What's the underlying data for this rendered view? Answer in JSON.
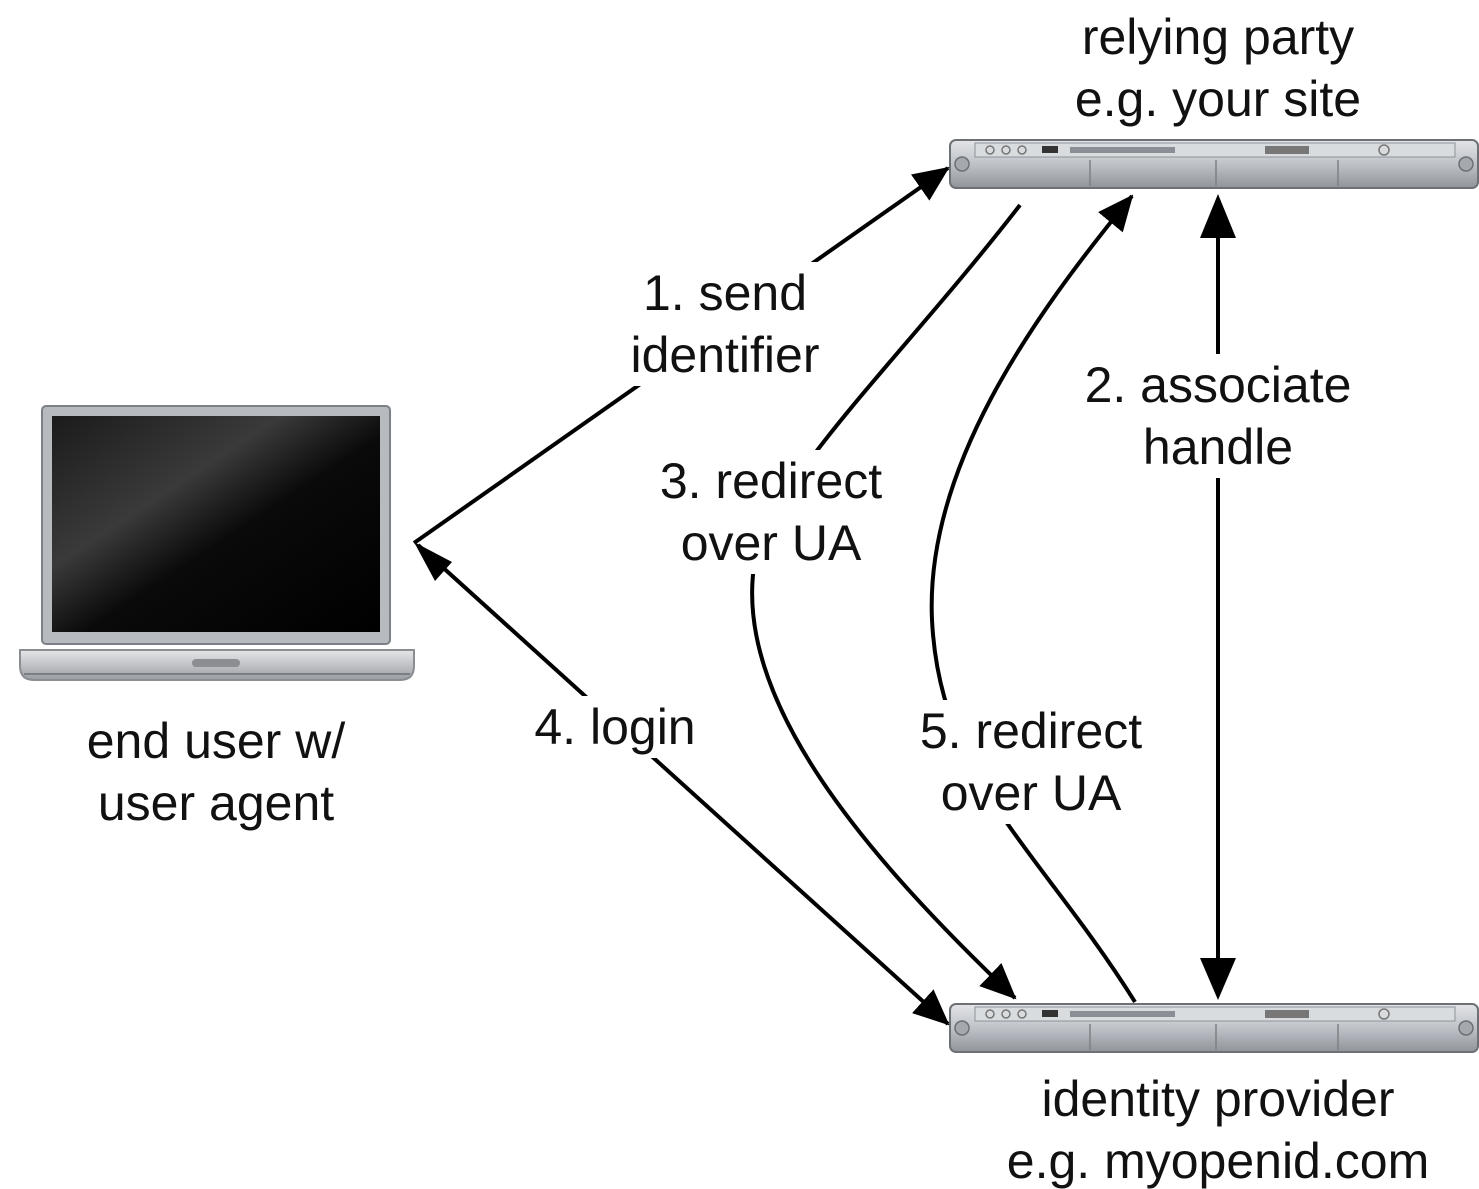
{
  "nodes": {
    "end_user": {
      "icon": "laptop-icon",
      "line1": "end user w/",
      "line2": "user agent"
    },
    "relying_party": {
      "icon": "rack-server-icon",
      "line1": "relying party",
      "line2": "e.g. your site"
    },
    "identity_provider": {
      "icon": "rack-server-icon",
      "line1": "identity provider",
      "line2": "e.g. myopenid.com"
    }
  },
  "steps": [
    {
      "line1": "1. send",
      "line2": "identifier"
    },
    {
      "line1": "2. associate",
      "line2": "handle"
    },
    {
      "line1": "3. redirect",
      "line2": "over UA"
    },
    {
      "line1": "4. login",
      "line2": ""
    },
    {
      "line1": "5. redirect",
      "line2": "over UA"
    }
  ],
  "colors": {
    "arrow": "#000000",
    "text": "#111111",
    "server_body": "#b8bcc2",
    "laptop_screen": "#050505",
    "laptop_frame": "#a9acb1"
  }
}
